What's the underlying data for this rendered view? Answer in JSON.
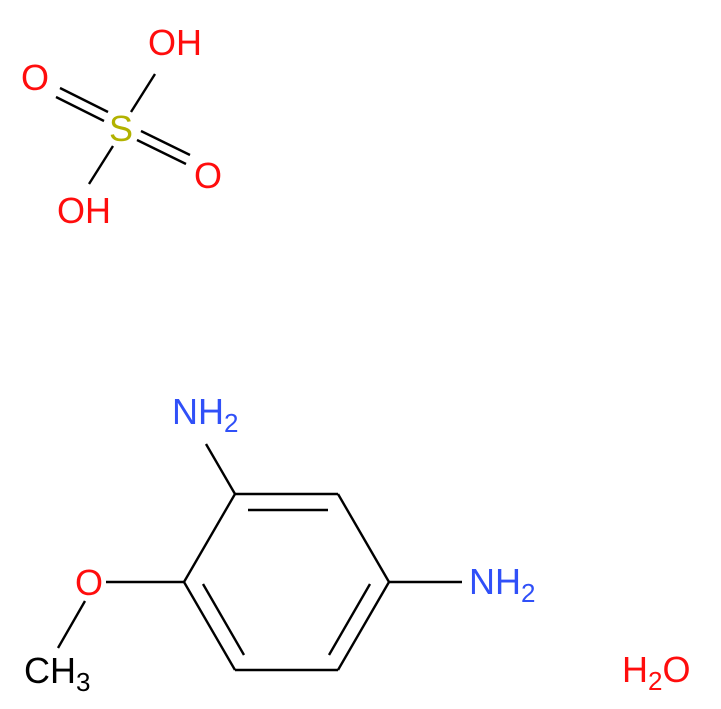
{
  "colors": {
    "bond": "#000000",
    "oxygen": "#ff0d0d",
    "sulfur": "#b2b200",
    "nitrogen": "#3050f8",
    "carbon": "#000000"
  },
  "sulfuric_acid": {
    "oh_top": "OH",
    "o_left": "O",
    "s_center": "S",
    "o_right": "O",
    "oh_bottom": "OH"
  },
  "diamine": {
    "nh2_top_main": "NH",
    "nh2_top_sub": "2",
    "nh2_right_main": "NH",
    "nh2_right_sub": "2",
    "o_methoxy": "O",
    "ch3_main": "CH",
    "ch3_sub": "3"
  },
  "water": {
    "h_main": "H",
    "h_sub": "2",
    "o": "O"
  }
}
